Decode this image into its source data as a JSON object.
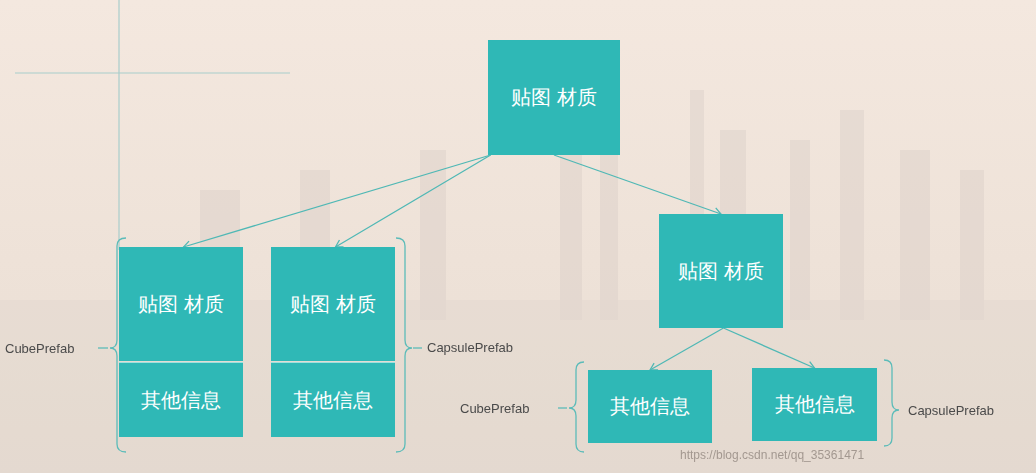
{
  "diagram": {
    "nodes": [
      {
        "text": [
          "贴图 材质"
        ]
      },
      {
        "text": [
          "贴图 材质"
        ]
      },
      {
        "text": [
          "其他信息"
        ]
      },
      {
        "text": [
          "贴图 材质"
        ]
      },
      {
        "text": [
          "其他信息"
        ]
      },
      {
        "text": [
          "贴图 材质"
        ]
      },
      {
        "text": [
          "其他信息"
        ]
      },
      {
        "text": [
          "其他信息"
        ]
      }
    ],
    "edges": [
      {
        "from": 0,
        "to": 1,
        "arrow": "to"
      },
      {
        "from": 0,
        "to": 3,
        "arrow": "to"
      },
      {
        "from": 0,
        "to": 5,
        "arrow": "to"
      },
      {
        "from": 5,
        "to": 6,
        "arrow": "to"
      },
      {
        "from": 5,
        "to": 7,
        "arrow": "to"
      }
    ],
    "labels": [
      "CubePrefab",
      "CapsulePrefab",
      "CubePrefab",
      "CapsulePrefab",
      "https://blog.csdn.net/qq_35361471"
    ]
  }
}
